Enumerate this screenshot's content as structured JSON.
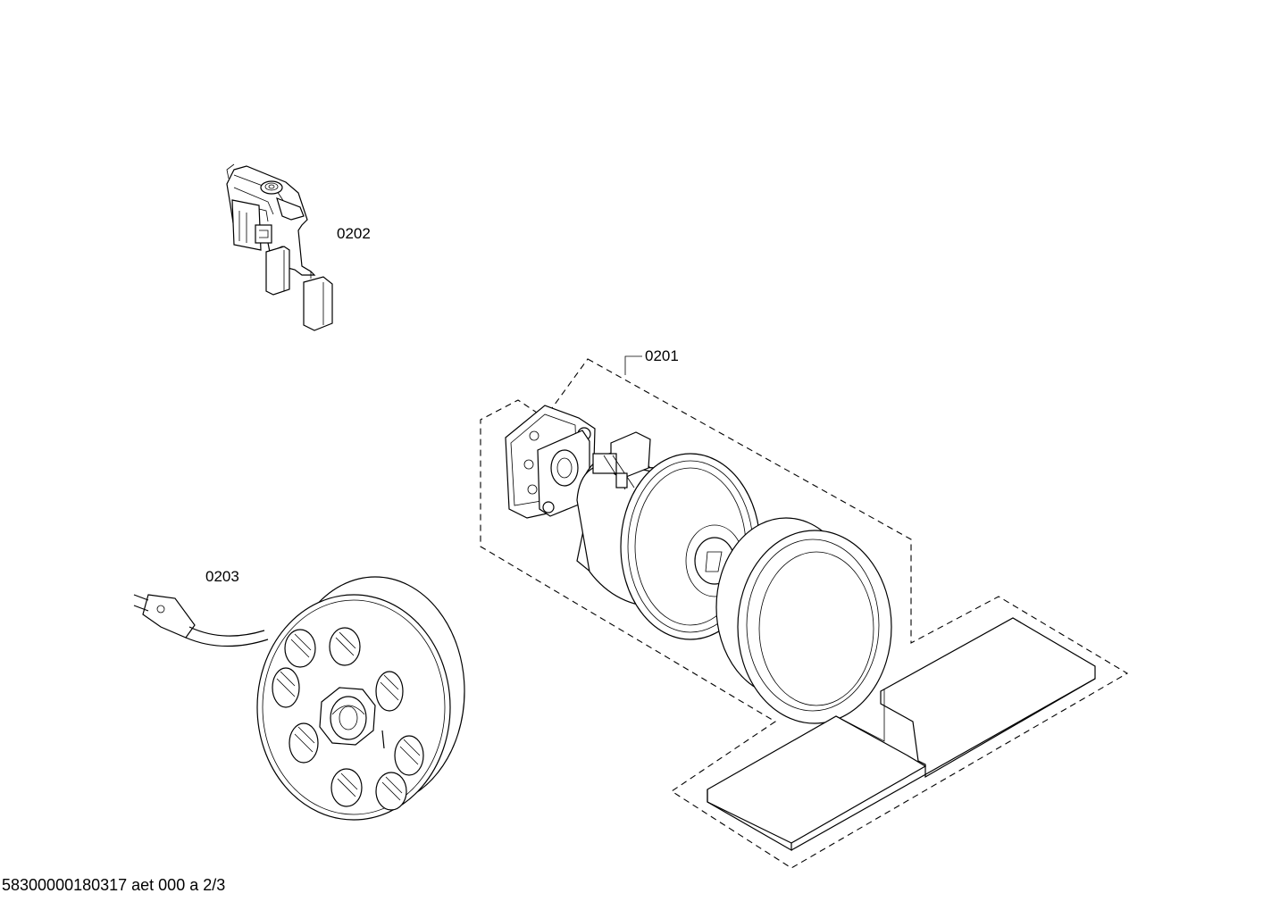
{
  "callouts": {
    "switch": "0202",
    "motor": "0201",
    "cable_reel": "0203"
  },
  "footer": {
    "document_id": "58300000180317 aet 000 a 2/3"
  }
}
